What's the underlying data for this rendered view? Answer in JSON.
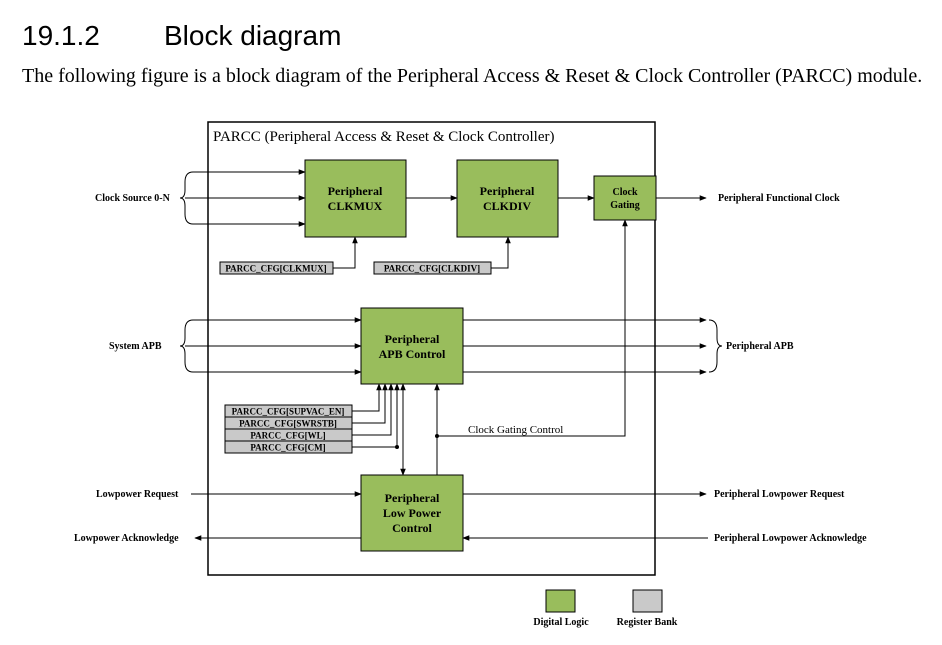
{
  "section": {
    "number": "19.1.2",
    "title": "Block diagram"
  },
  "intro": "The following figure is a block diagram of the Peripheral Access & Reset & Clock Controller (PARCC) module.",
  "diagram": {
    "container_title": "PARCC (Peripheral Access & Reset & Clock Controller)",
    "blocks": {
      "clkmux": [
        "Peripheral",
        "CLKMUX"
      ],
      "clkdiv": [
        "Peripheral",
        "CLKDIV"
      ],
      "gating": [
        "Clock",
        "Gating"
      ],
      "apb": [
        "Peripheral",
        "APB Control"
      ],
      "lowpower": [
        "Peripheral",
        "Low Power",
        "Control"
      ]
    },
    "registers": {
      "clkmux": "PARCC_CFG[CLKMUX]",
      "clkdiv": "PARCC_CFG[CLKDIV]",
      "supvac": "PARCC_CFG[SUPVAC_EN]",
      "swrstb": "PARCC_CFG[SWRSTB]",
      "wl": "PARCC_CFG[WL]",
      "cm": "PARCC_CFG[CM]"
    },
    "signals": {
      "clock_source": "Clock Source 0-N",
      "functional_clock": "Peripheral Functional Clock",
      "system_apb": "System APB",
      "peripheral_apb": "Peripheral APB",
      "gating_control": "Clock Gating Control",
      "lp_request": "Lowpower Request",
      "lp_ack": "Lowpower Acknowledge",
      "per_lp_request": "Peripheral Lowpower Request",
      "per_lp_ack": "Peripheral Lowpower Acknowledge"
    },
    "legend": {
      "digital": "Digital Logic",
      "register": "Register Bank"
    },
    "colors": {
      "digital_logic": "#99bd5c",
      "register_bank": "#c9c9c9"
    }
  }
}
